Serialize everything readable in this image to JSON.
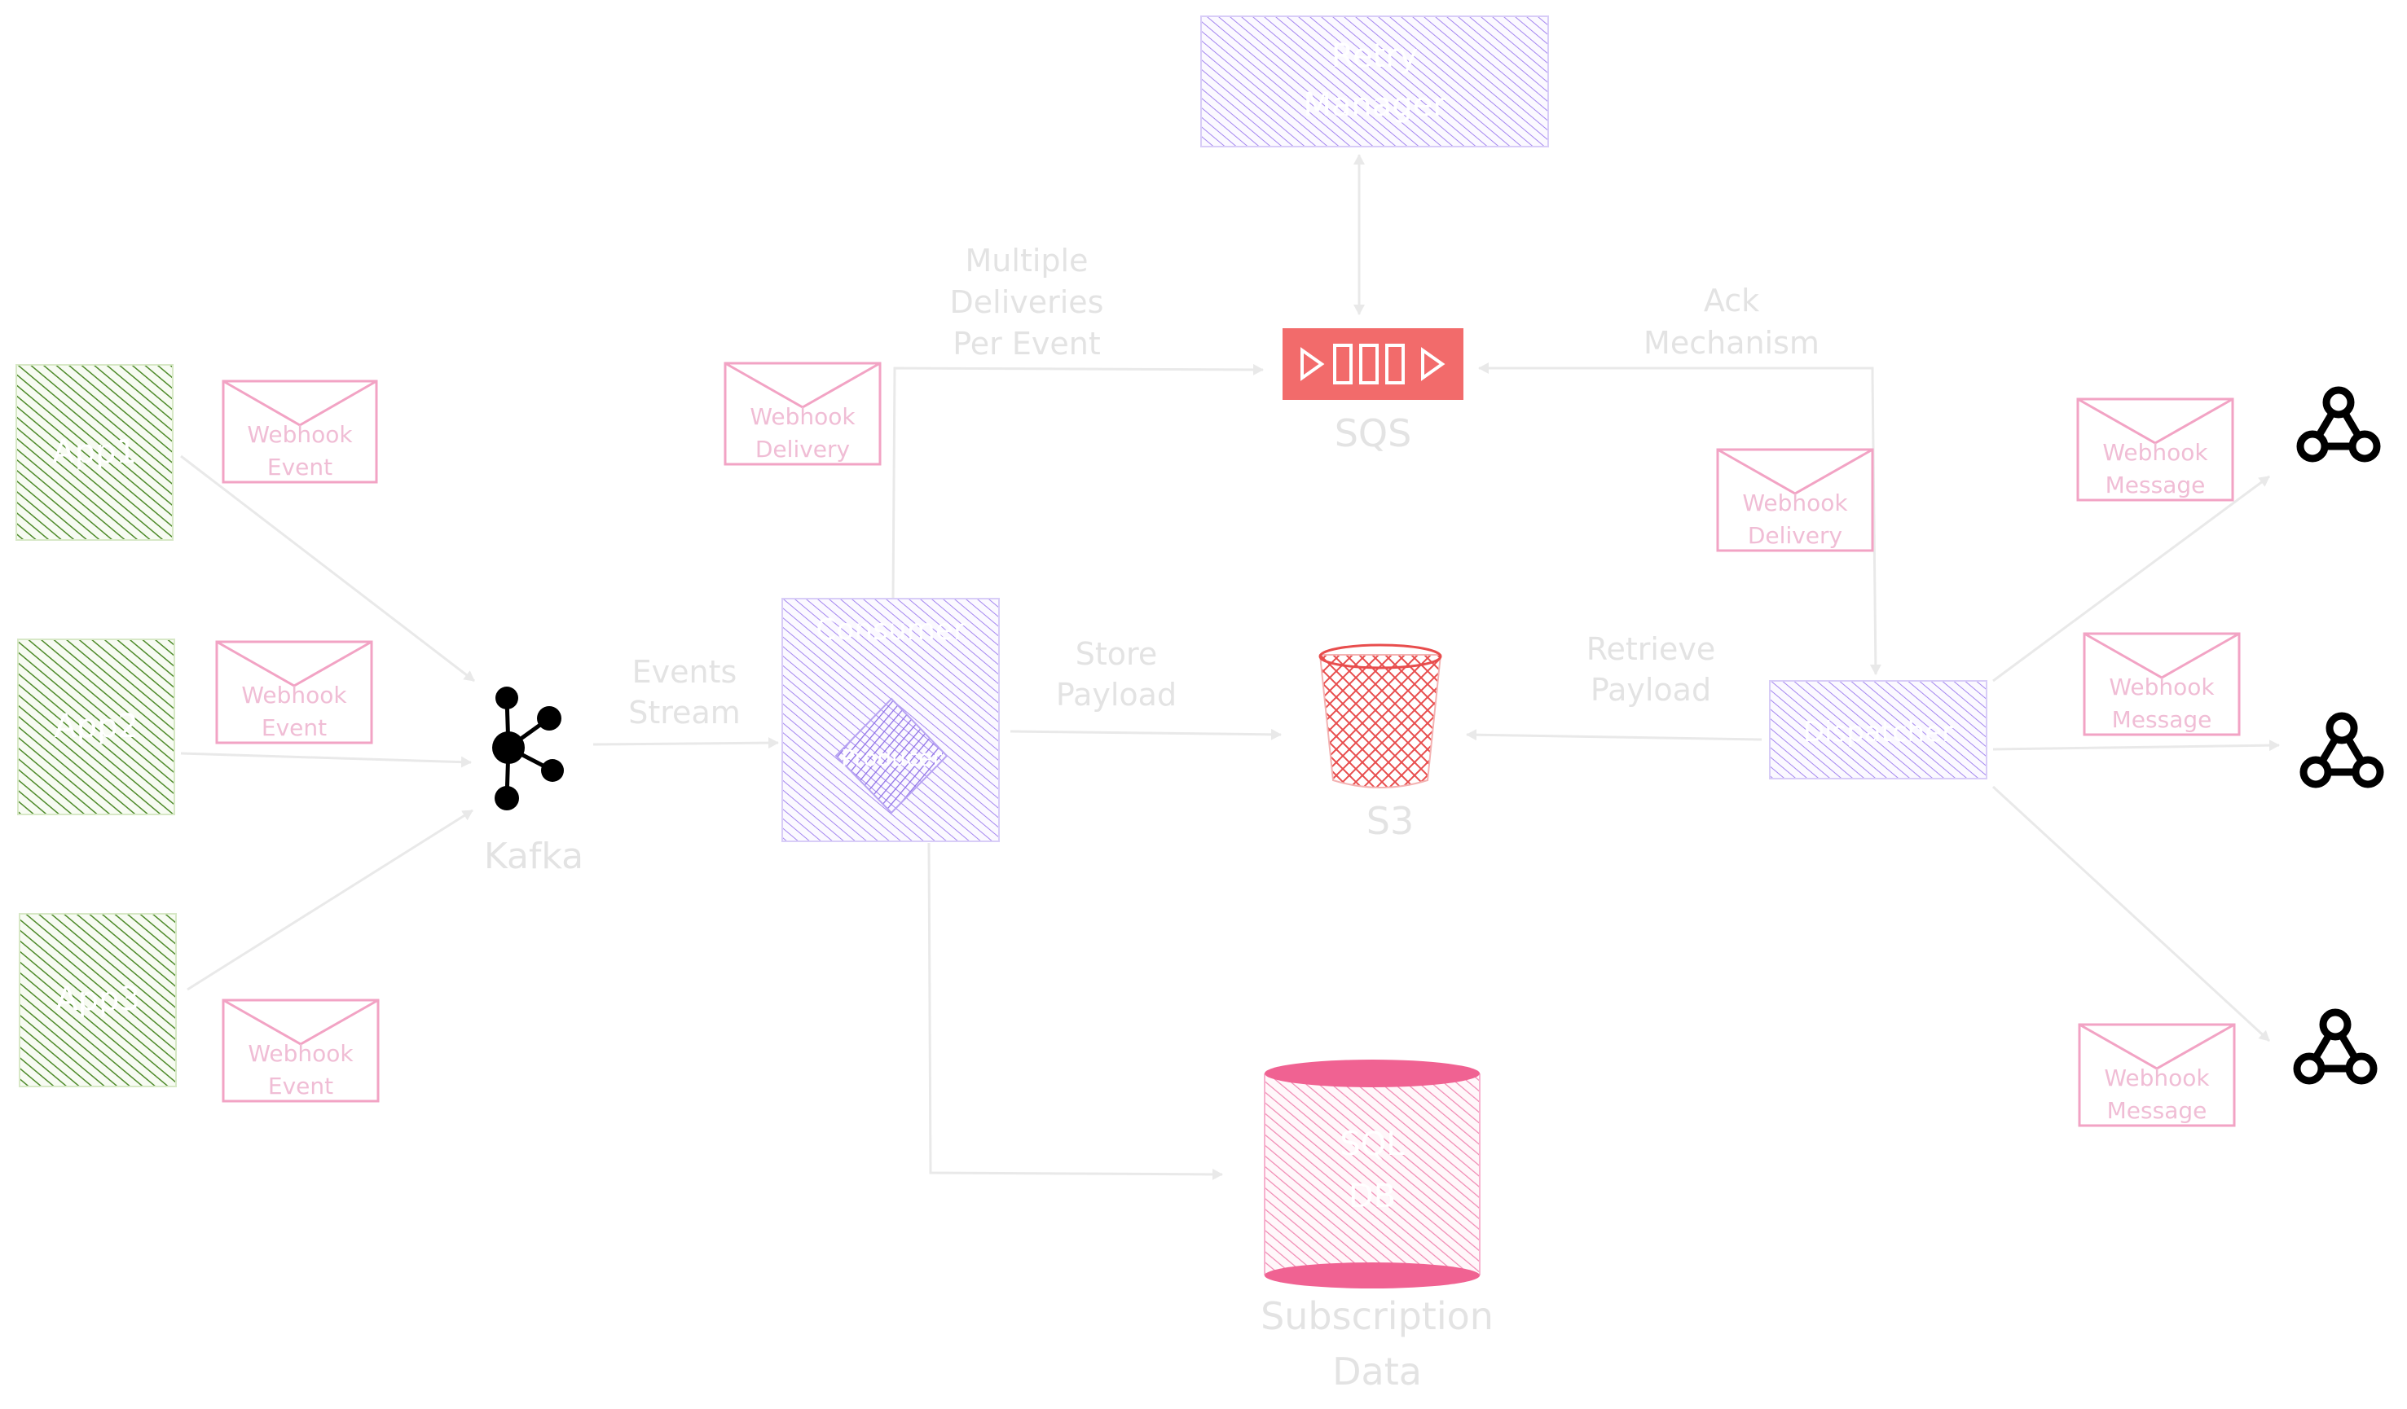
{
  "apps": [
    "App1",
    "App2",
    "App3"
  ],
  "kafka_label": "Kafka",
  "webhook_event_label": [
    "Webhook",
    "Event"
  ],
  "events_stream_label": [
    "Events",
    "Stream"
  ],
  "consumer": {
    "title": "Consumer",
    "inner": "Producer"
  },
  "webhook_delivery_label": [
    "Webhook",
    "Delivery"
  ],
  "multiple_deliveries_label": [
    "Multiple",
    "Deliveries",
    "Per Event"
  ],
  "sqs_label": "SQS",
  "retry_manager_label": [
    "Retry",
    "Manager"
  ],
  "store_payload_label": [
    "Store",
    "Payload"
  ],
  "s3_label": "S3",
  "retrieve_payload_label": [
    "Retrieve",
    "Payload"
  ],
  "ack_mechanism_label": [
    "Ack",
    "Mechanism"
  ],
  "dispatcher_label": "Dispatcher",
  "webhook_message_label": [
    "Webhook",
    "Message"
  ],
  "db": {
    "inner": [
      "SQL",
      "DB"
    ],
    "caption": [
      "Subscription",
      "Data"
    ]
  },
  "colors": {
    "app_green": "#4e8a2a",
    "service_purple": "#9b7bea",
    "sqs_red": "#f26b6b",
    "s3_red": "#e84d4d",
    "db_pink": "#f06292",
    "envelope_pink": "#f2a3c4",
    "line_gray": "#e9e9e9"
  }
}
